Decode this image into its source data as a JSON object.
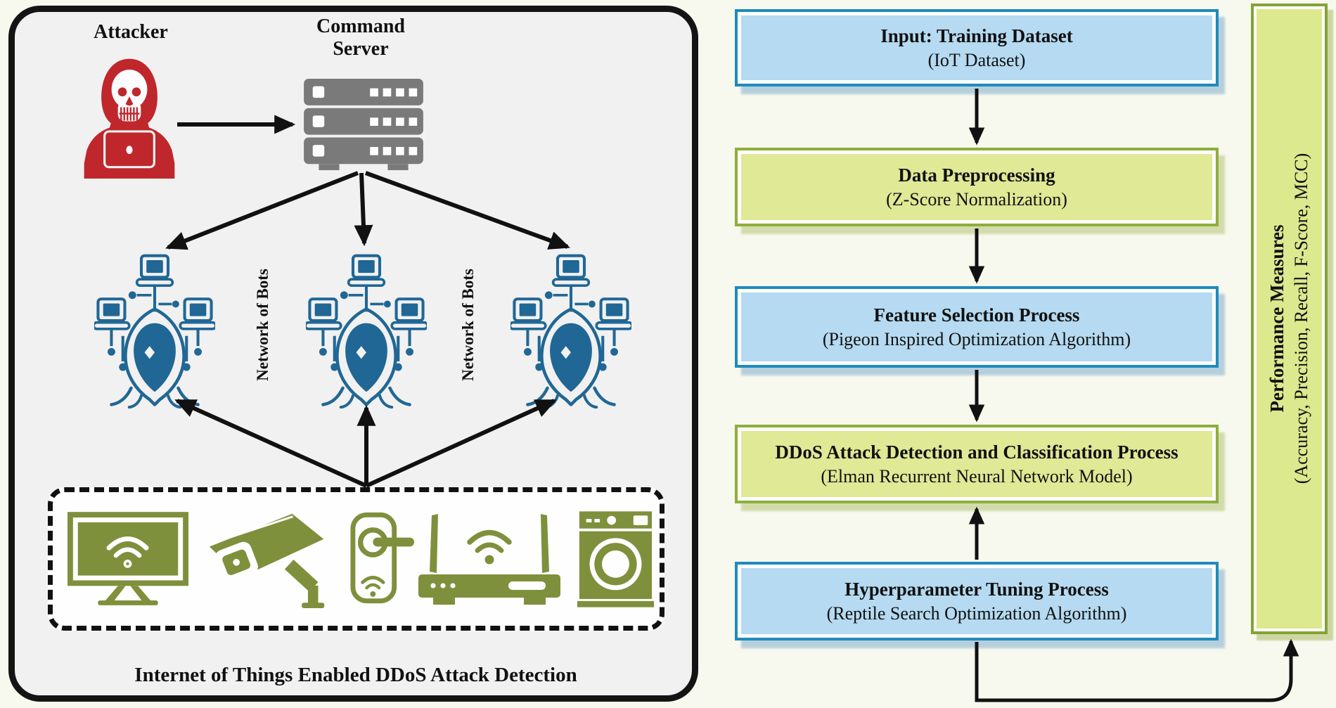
{
  "figure": {
    "left_panel": {
      "attacker_label": "Attacker",
      "server_label_line1": "Command",
      "server_label_line2": "Server",
      "network_of_bots_left": "Network of Bots",
      "network_of_bots_right": "Network of Bots",
      "caption": "Internet of Things Enabled DDoS Attack Detection",
      "icons": {
        "attacker": "hooded-skull-hacker-with-laptop",
        "command_server": "server-rack-3-units",
        "botnets": [
          "bot-with-laptops",
          "bot-with-laptops",
          "bot-with-laptops"
        ],
        "iot_devices": [
          "smart-tv",
          "cctv-camera",
          "smart-door-lock",
          "wifi-router",
          "washing-machine"
        ]
      }
    },
    "flowchart": {
      "boxes": [
        {
          "title": "Input: Training Dataset",
          "subtitle": "(IoT Dataset)",
          "style": "blue"
        },
        {
          "title": "Data Preprocessing",
          "subtitle": "(Z-Score Normalization)",
          "style": "green"
        },
        {
          "title": "Feature Selection Process",
          "subtitle": "(Pigeon Inspired Optimization Algorithm)",
          "style": "blue"
        },
        {
          "title": "DDoS Attack Detection and Classification Process",
          "subtitle": "(Elman Recurrent Neural Network Model)",
          "style": "green"
        },
        {
          "title": "Hyperparameter Tuning Process",
          "subtitle": "(Reptile Search Optimization Algorithm)",
          "style": "blue"
        }
      ],
      "performance_bar": {
        "title": "Performance Measures",
        "subtitle": "(Accuracy, Precision, Recall, F-Score, MCC)"
      }
    },
    "colors": {
      "page_background": "#f8f9ee",
      "panel_background": "#f1f1f1",
      "panel_border": "#141414",
      "attacker_red": "#bf272c",
      "server_gray": "#7a7a7a",
      "bot_blue": "#206795",
      "iot_olive": "#7e903c",
      "box_blue_fill": "#b5daf1",
      "box_blue_border": "#1d8bbd",
      "box_green_fill": "#dfe996",
      "box_green_border": "#8fae3b",
      "bar_fill": "#dce98e",
      "bar_border": "#84a336",
      "arrow_black": "#111111"
    }
  }
}
